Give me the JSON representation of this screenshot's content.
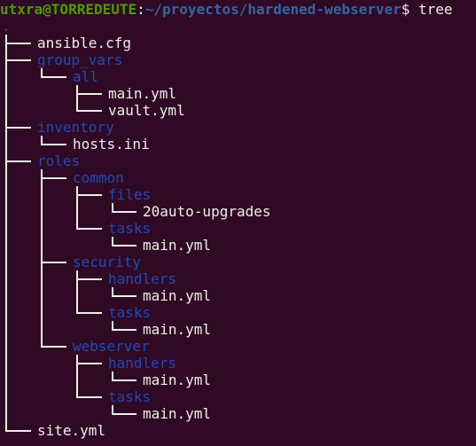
{
  "terminal": {
    "prompt_user": "utxra@TORREDEUTE",
    "prompt_sep": ":",
    "prompt_path": "~/proyectos/hardened-webserver",
    "prompt_symbol": "$",
    "command": "tree"
  },
  "tree": {
    "root": ".",
    "entries": [
      {
        "label": "ansible.cfg",
        "kind": "file"
      },
      {
        "label": "group_vars",
        "kind": "dir"
      },
      {
        "label": "all",
        "kind": "dir"
      },
      {
        "label": "main.yml",
        "kind": "file"
      },
      {
        "label": "vault.yml",
        "kind": "file"
      },
      {
        "label": "inventory",
        "kind": "dir"
      },
      {
        "label": "hosts.ini",
        "kind": "file"
      },
      {
        "label": "roles",
        "kind": "dir"
      },
      {
        "label": "common",
        "kind": "dir"
      },
      {
        "label": "files",
        "kind": "dir"
      },
      {
        "label": "20auto-upgrades",
        "kind": "file"
      },
      {
        "label": "tasks",
        "kind": "dir"
      },
      {
        "label": "main.yml",
        "kind": "file"
      },
      {
        "label": "security",
        "kind": "dir"
      },
      {
        "label": "handlers",
        "kind": "dir"
      },
      {
        "label": "main.yml",
        "kind": "file"
      },
      {
        "label": "tasks",
        "kind": "dir"
      },
      {
        "label": "main.yml",
        "kind": "file"
      },
      {
        "label": "webserver",
        "kind": "dir"
      },
      {
        "label": "handlers",
        "kind": "dir"
      },
      {
        "label": "main.yml",
        "kind": "file"
      },
      {
        "label": "tasks",
        "kind": "dir"
      },
      {
        "label": "main.yml",
        "kind": "file"
      },
      {
        "label": "site.yml",
        "kind": "file"
      }
    ]
  },
  "colors": {
    "background": "#300a24",
    "prompt_user": "#4e9a06",
    "prompt_path": "#3465a4",
    "directory": "#1f49b8",
    "text": "#eeeeec"
  }
}
